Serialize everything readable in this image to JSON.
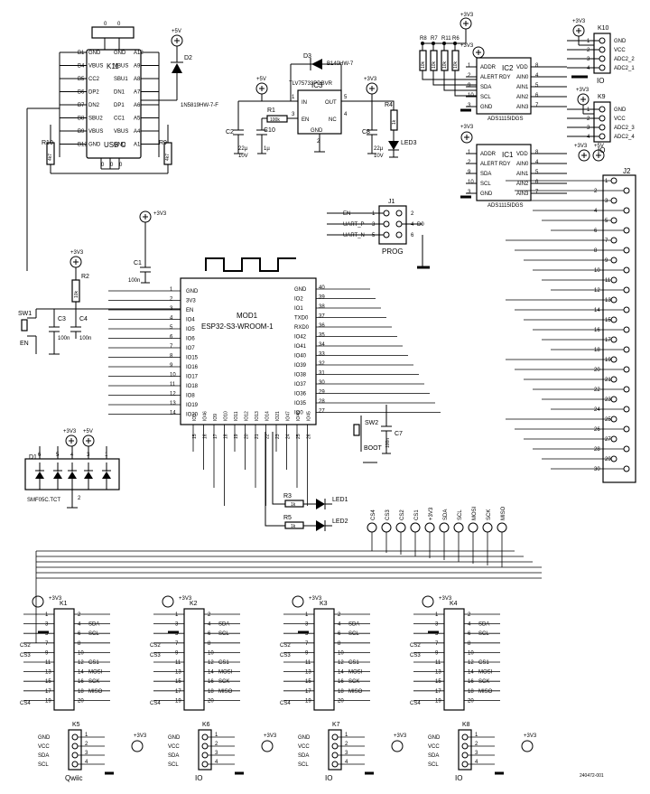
{
  "usb": {
    "ref": "K11",
    "name": "USB C",
    "left_pins": [
      "B1",
      "B4",
      "B5",
      "B6",
      "B7",
      "B8",
      "B9",
      "B12"
    ],
    "left_sigs": [
      "GND",
      "VBUS",
      "CC2",
      "DP2",
      "DN2",
      "SBU2",
      "VBUS",
      "GND"
    ],
    "right_pins": [
      "A12",
      "A9",
      "A8",
      "A7",
      "A6",
      "A5",
      "A4",
      "A1"
    ],
    "right_sigs": [
      "GND",
      "VBUS",
      "SBU1",
      "DN1",
      "DP1",
      "CC1",
      "VBUS",
      "GND"
    ],
    "bottom_pins": [
      "0",
      "0",
      "0"
    ],
    "top_pins": [
      "0",
      "0"
    ],
    "r10": "R10",
    "r9": "R9",
    "r10v": "4k7",
    "r9v": "4k7"
  },
  "d2": {
    "ref": "D2",
    "part": "1N5819HW-7-F",
    "supply": "+5V"
  },
  "ic3": {
    "ref": "IC3",
    "part": "TLV75733PDBVR",
    "pins": {
      "in": "IN",
      "out": "OUT",
      "en": "EN",
      "nc": "NC",
      "gnd": "GND"
    },
    "pin_nums": [
      "1",
      "3",
      "2",
      "5",
      "4"
    ]
  },
  "d3": {
    "ref": "D3",
    "part": "B140HW-7"
  },
  "r1": {
    "ref": "R1",
    "value": "100k"
  },
  "c2": {
    "ref": "C2",
    "value": "22µ",
    "volt": "10V"
  },
  "c10": {
    "ref": "C10",
    "value": "1µ"
  },
  "c8": {
    "ref": "C8",
    "value": "22µ",
    "volt": "10V"
  },
  "r4": {
    "ref": "R4",
    "value": "1k"
  },
  "led3": {
    "ref": "LED3"
  },
  "rails": {
    "v5": "+5V",
    "v33": "+3V3"
  },
  "pullups": {
    "refs": [
      "R8",
      "R7",
      "R11",
      "R6"
    ],
    "value": "10k"
  },
  "ic2": {
    "ref": "IC2",
    "part": "ADS1115IDGS",
    "left": [
      "ADDR",
      "ALERT RDY",
      "SDA",
      "SCL",
      "GND"
    ],
    "right": [
      "VDD",
      "AIN0",
      "AIN1",
      "AIN2",
      "AIN3"
    ],
    "lnums": [
      "1",
      "2",
      "9",
      "10",
      "3"
    ],
    "rnums": [
      "8",
      "4",
      "5",
      "6",
      "7"
    ]
  },
  "ic1": {
    "ref": "IC1",
    "part": "ADS1115IDGS",
    "left": [
      "ADDR",
      "ALERT RDY",
      "SDA",
      "SCL",
      "GND"
    ],
    "right": [
      "VDD",
      "AIN0",
      "AIN1",
      "AIN2",
      "AIN3"
    ],
    "lnums": [
      "1",
      "2",
      "9",
      "10",
      "3"
    ],
    "rnums": [
      "8",
      "4",
      "5",
      "6",
      "7"
    ]
  },
  "k10": {
    "ref": "K10",
    "sigs": [
      "GND",
      "VCC",
      "ADC2_2",
      "ADC2_1"
    ],
    "label": "IO"
  },
  "k9": {
    "ref": "K9",
    "sigs": [
      "GND",
      "VCC",
      "ADC2_3",
      "ADC2_4"
    ],
    "label": "IO"
  },
  "j2": {
    "ref": "J2",
    "pins": [
      "1",
      "2",
      "3",
      "4",
      "5",
      "6",
      "7",
      "8",
      "9",
      "10",
      "11",
      "12",
      "13",
      "14",
      "15",
      "16",
      "17",
      "18",
      "19",
      "20",
      "21",
      "22",
      "23",
      "24",
      "25",
      "26",
      "27",
      "28",
      "29",
      "30"
    ]
  },
  "j1": {
    "ref": "J1",
    "label": "PROG",
    "left": [
      "EN",
      "UART_P",
      "UART_N"
    ],
    "right": [
      "D0"
    ],
    "lnums": [
      "1",
      "3",
      "5"
    ],
    "rnums": [
      "2",
      "4",
      "6"
    ]
  },
  "mod1": {
    "ref": "MOD1",
    "part": "ESP32-S3-WROOM-1",
    "left": [
      "GND",
      "3V3",
      "EN",
      "IO4",
      "IO5",
      "IO6",
      "IO7",
      "IO15",
      "IO16",
      "IO17",
      "IO18",
      "IO8",
      "IO19",
      "IO20"
    ],
    "lnums": [
      "1",
      "2",
      "3",
      "4",
      "5",
      "6",
      "7",
      "8",
      "9",
      "10",
      "11",
      "12",
      "13",
      "14"
    ],
    "right": [
      "GND",
      "IO2",
      "IO1",
      "TXD0",
      "RXD0",
      "IO42",
      "IO41",
      "IO40",
      "IO39",
      "IO38",
      "IO37",
      "IO36",
      "IO35",
      "IO0"
    ],
    "rnums": [
      "40",
      "39",
      "38",
      "37",
      "36",
      "35",
      "34",
      "33",
      "32",
      "31",
      "30",
      "29",
      "28",
      "27"
    ],
    "bottom": [
      "IO3",
      "IO46",
      "IO9",
      "IO10",
      "IO11",
      "IO12",
      "IO13",
      "IO14",
      "IO21",
      "IO47",
      "IO48",
      "IO45"
    ],
    "bnums": [
      "15",
      "16",
      "17",
      "18",
      "19",
      "20",
      "21",
      "22",
      "23",
      "24",
      "25",
      "26"
    ]
  },
  "c1": {
    "ref": "C1",
    "value": "100n"
  },
  "r2": {
    "ref": "R2",
    "value": "10k"
  },
  "c3": {
    "ref": "C3",
    "value": "100n"
  },
  "c4": {
    "ref": "C4",
    "value": "100n"
  },
  "sw1": {
    "ref": "SW1",
    "label": "EN"
  },
  "sw2": {
    "ref": "SW2",
    "label": "BOOT"
  },
  "c7": {
    "ref": "C7",
    "value": "100n"
  },
  "d1": {
    "ref": "D1",
    "part": "SMF05C.TCT",
    "pins": [
      "6",
      "5",
      "4",
      "3",
      "1"
    ],
    "pin2": "2"
  },
  "led1": {
    "ref": "LED1",
    "r": "R3",
    "rv": "1k"
  },
  "led2": {
    "ref": "LED2",
    "r": "R5",
    "rv": "1k"
  },
  "testpoints": [
    "CS4",
    "CS3",
    "CS2",
    "CS1",
    "+3V3",
    "SDA",
    "SCL",
    "MOSI",
    "SCK",
    "MISO"
  ],
  "kbus": {
    "refs": [
      "K1",
      "K2",
      "K3",
      "K4"
    ],
    "nums_left": [
      "1",
      "3",
      "5",
      "7",
      "9",
      "11",
      "13",
      "15",
      "17",
      "19"
    ],
    "nums_right": [
      "2",
      "4",
      "6",
      "8",
      "10",
      "12",
      "14",
      "16",
      "18",
      "20"
    ],
    "right_sigs": [
      "SDA",
      "SCL",
      "CS1",
      "MOSI",
      "SCK",
      "MISO"
    ],
    "left_sigs": [
      "CS2",
      "CS3",
      "CS4"
    ]
  },
  "kq": {
    "refs": [
      "K5",
      "K6",
      "K7",
      "K8"
    ],
    "sigs": [
      "GND",
      "VCC",
      "SDA",
      "SCL"
    ],
    "labels": [
      "Qwiic",
      "IO",
      "IO",
      "IO"
    ],
    "nums": [
      "1",
      "2",
      "3",
      "4"
    ]
  },
  "footer": {
    "code": "240472-001"
  }
}
